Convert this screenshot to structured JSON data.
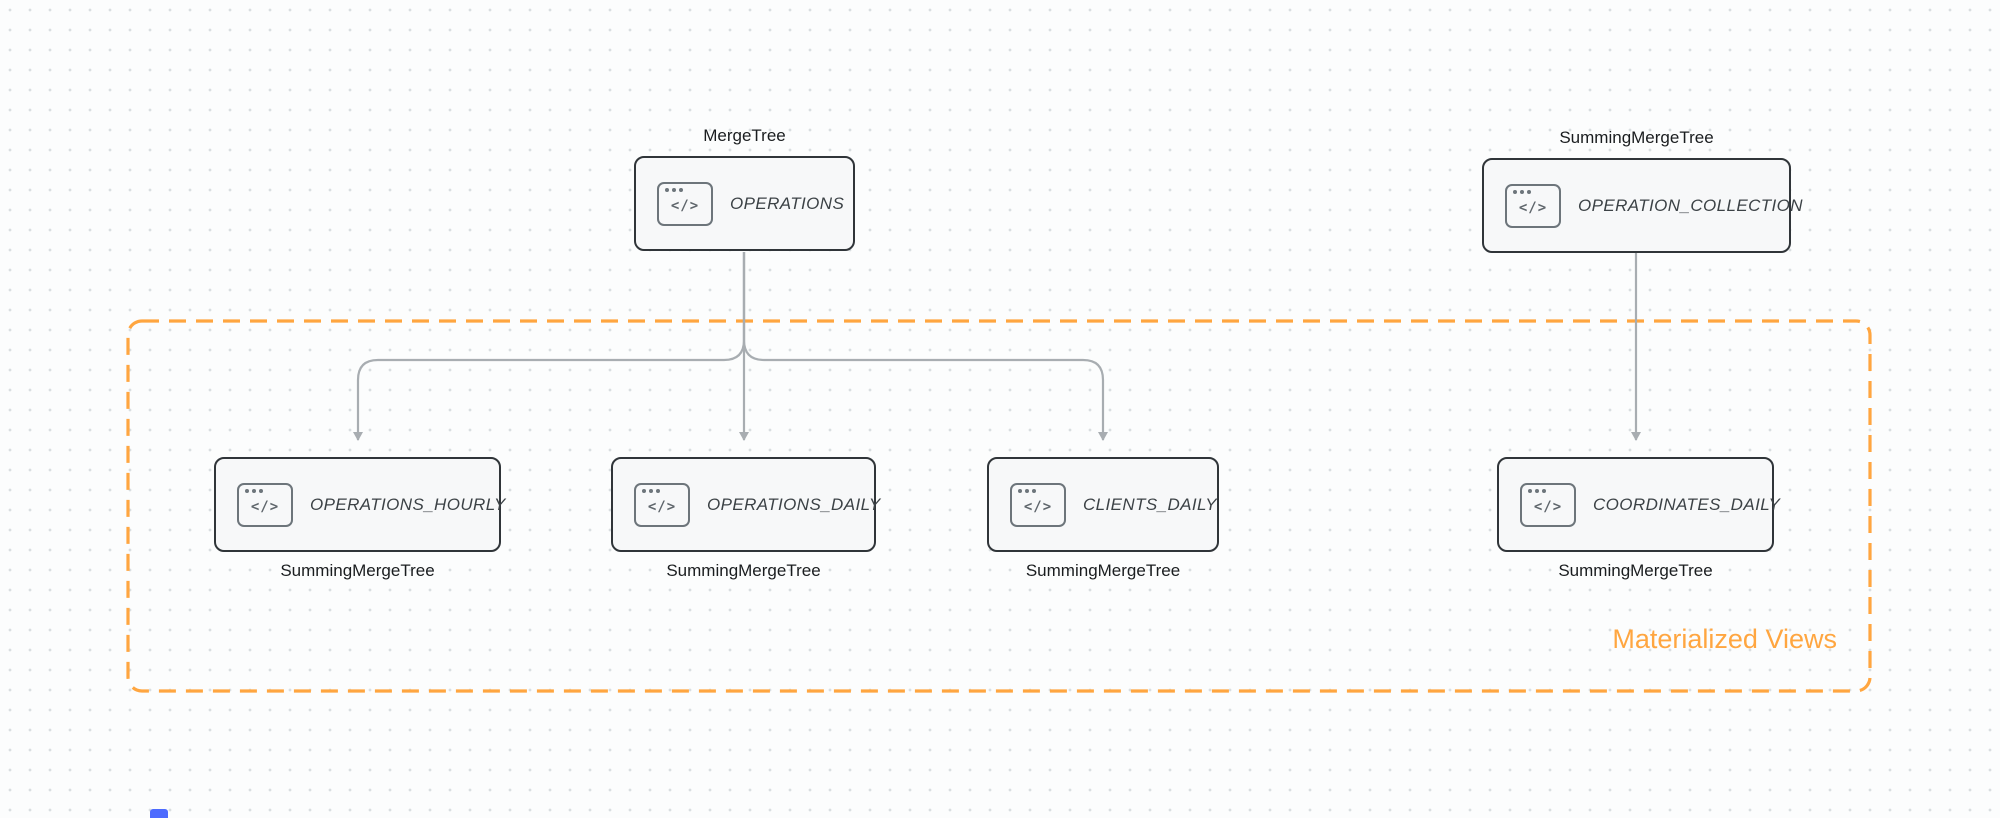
{
  "diagram": {
    "group_label": "Materialized Views",
    "icons": {
      "code_window": "</>"
    },
    "colors": {
      "accent_orange": "#FFA640",
      "arrow_gray": "#A8ADB1",
      "node_border": "#303539",
      "node_background": "#F7F8F9"
    },
    "nodes": {
      "operations": {
        "label": "OPERATIONS",
        "engine": "MergeTree"
      },
      "operation_collection": {
        "label": "OPERATION_COLLECTION",
        "engine": "SummingMergeTree"
      },
      "operations_hourly": {
        "label": "OPERATIONS_HOURLY",
        "engine": "SummingMergeTree"
      },
      "operations_daily": {
        "label": "OPERATIONS_DAILY",
        "engine": "SummingMergeTree"
      },
      "clients_daily": {
        "label": "CLIENTS_DAILY",
        "engine": "SummingMergeTree"
      },
      "coordinates_daily": {
        "label": "COORDINATES_DAILY",
        "engine": "SummingMergeTree"
      }
    },
    "edges": [
      {
        "from": "OPERATIONS",
        "to": "OPERATIONS_HOURLY"
      },
      {
        "from": "OPERATIONS",
        "to": "OPERATIONS_DAILY"
      },
      {
        "from": "OPERATIONS",
        "to": "CLIENTS_DAILY"
      },
      {
        "from": "OPERATION_COLLECTION",
        "to": "COORDINATES_DAILY"
      }
    ]
  }
}
